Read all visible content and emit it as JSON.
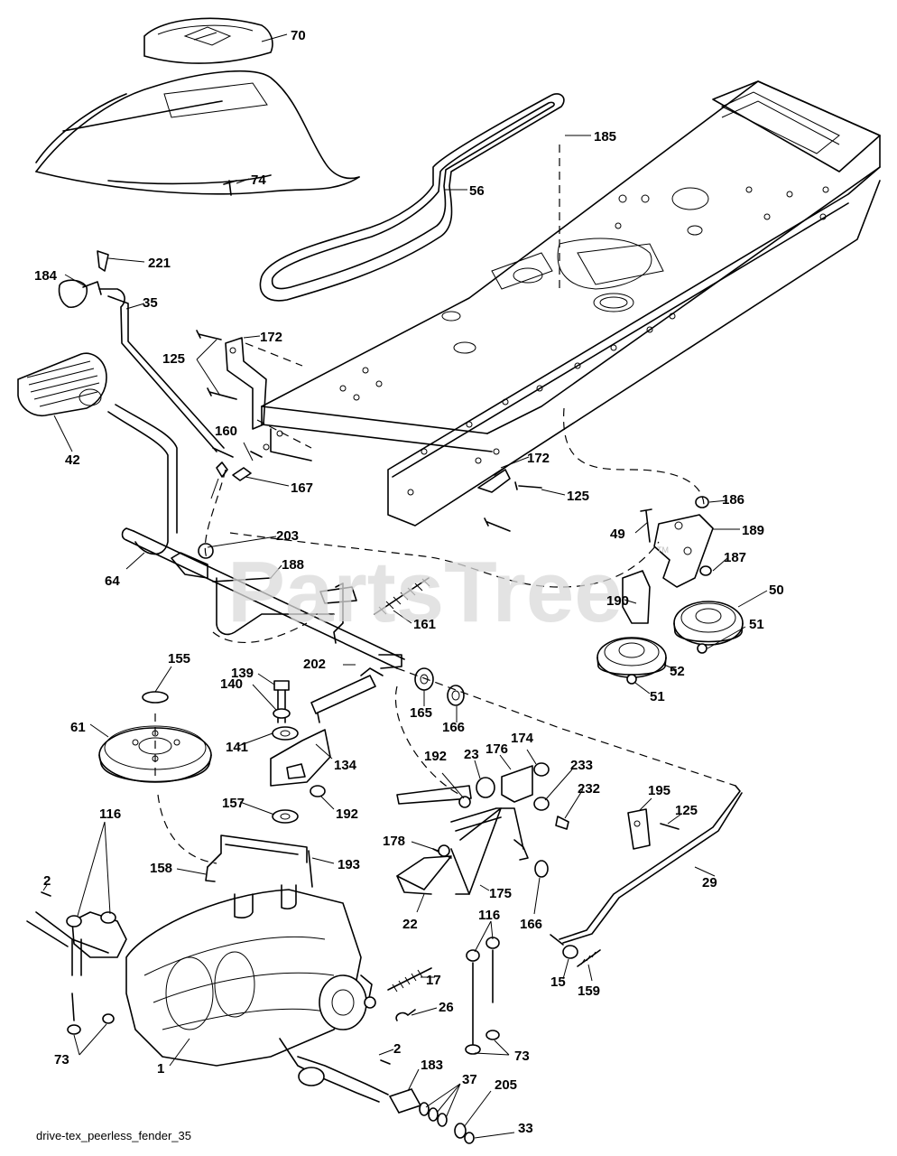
{
  "watermark": "PartsTree",
  "watermark_mark": "TM",
  "caption": "drive-tex_peerless_fender_35",
  "callouts": [
    "70",
    "74",
    "56",
    "185",
    "221",
    "184",
    "35",
    "172",
    "125",
    "42",
    "160",
    "167",
    "172",
    "125",
    "186",
    "49",
    "189",
    "203",
    "188",
    "64",
    "187",
    "50",
    "161",
    "190",
    "51",
    "52",
    "51",
    "155",
    "139",
    "202",
    "140",
    "165",
    "166",
    "61",
    "141",
    "134",
    "192",
    "23",
    "176",
    "174",
    "233",
    "232",
    "157",
    "192",
    "116",
    "195",
    "125",
    "178",
    "193",
    "158",
    "2",
    "175",
    "29",
    "22",
    "166",
    "116",
    "17",
    "15",
    "159",
    "26",
    "73",
    "2",
    "73",
    "183",
    "37",
    "205",
    "33",
    "1"
  ]
}
